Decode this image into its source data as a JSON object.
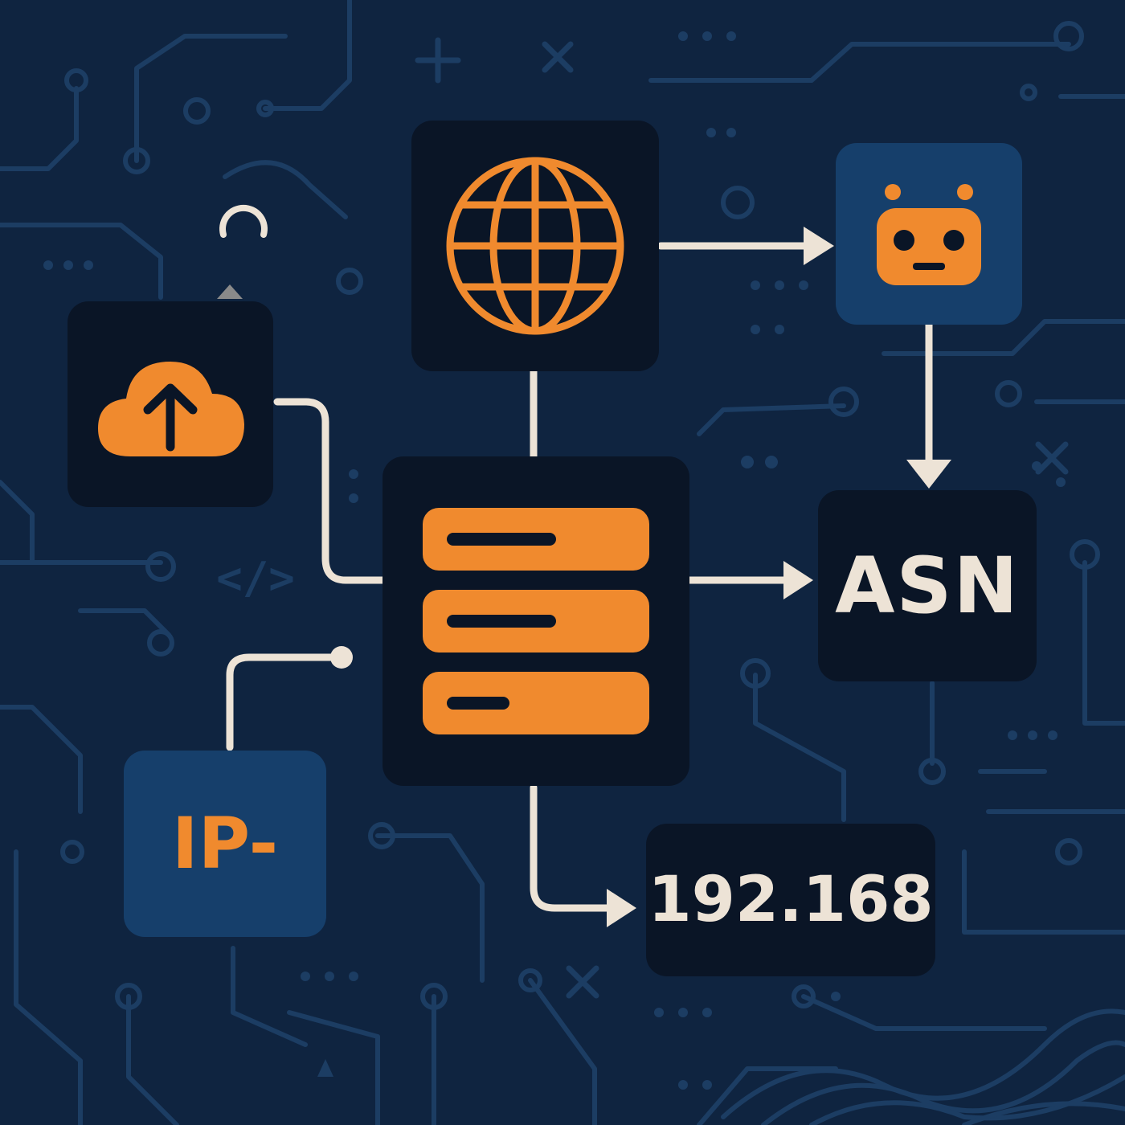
{
  "nodes": {
    "cloud": {
      "icon": "cloud-upload-icon"
    },
    "globe": {
      "icon": "globe-icon"
    },
    "robot": {
      "icon": "robot-icon"
    },
    "server": {
      "icon": "server-icon"
    },
    "asn": {
      "label": "ASN"
    },
    "ip": {
      "label": "IP-"
    },
    "address": {
      "label": "192.168"
    }
  },
  "colors": {
    "background": "#0f2440",
    "node_dark": "#0a1526",
    "node_mid": "#163f6b",
    "accent_orange": "#f08a2e",
    "wire_cream": "#ede3d6",
    "circuit_trace": "#1c3d63"
  },
  "decorations": {
    "code_glyph": "</>"
  }
}
